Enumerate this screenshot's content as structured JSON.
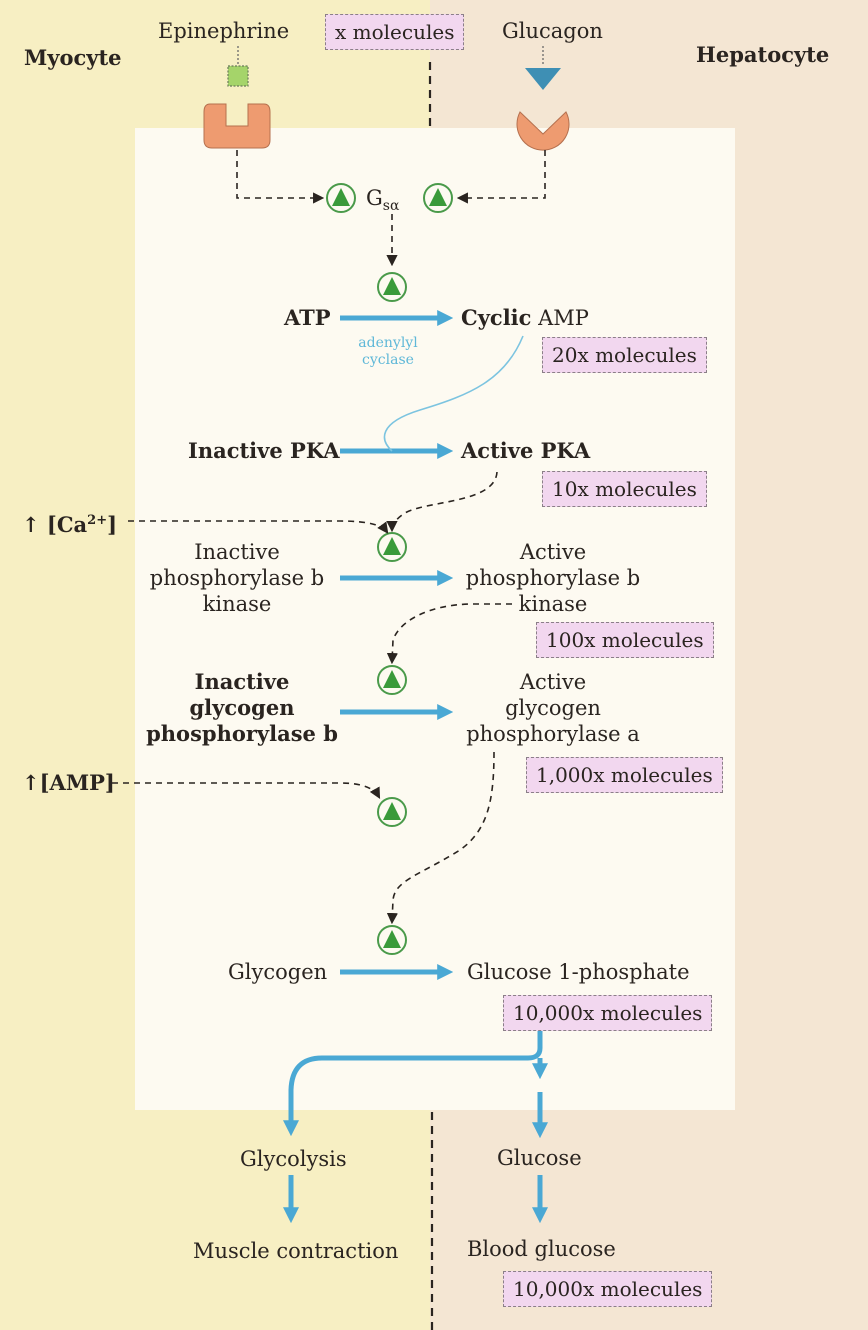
{
  "cells": {
    "left": "Myocyte",
    "right": "Hepatocyte"
  },
  "hormones": {
    "left": "Epinephrine",
    "right": "Glucagon"
  },
  "amplification": {
    "x": "x molecules",
    "camp": "20x molecules",
    "pka": "10x molecules",
    "kinase": "100x molecules",
    "phosphorylase": "1,000x molecules",
    "g1p": "10,000x molecules",
    "blood": "10,000x molecules"
  },
  "gsa": {
    "main": "G",
    "sub": "sα"
  },
  "steps": {
    "atp": "ATP",
    "camp_bold": "Cyclic",
    "camp_rest": " AMP",
    "enzyme_line1": "adenylyl",
    "enzyme_line2": "cyclase",
    "inactive_pka": "Inactive PKA",
    "active_pka": "Active PKA",
    "inactive_kinase": [
      "Inactive",
      "phosphorylase b",
      "kinase"
    ],
    "active_kinase": [
      "Active",
      "phosphorylase b",
      "kinase"
    ],
    "inactive_phos": [
      "Inactive",
      "glycogen",
      "phosphorylase b"
    ],
    "active_phos": [
      "Active",
      "glycogen",
      "phosphorylase a"
    ],
    "glycogen": "Glycogen",
    "g1p": "Glucose 1-phosphate",
    "glycolysis": "Glycolysis",
    "muscle": "Muscle contraction",
    "glucose": "Glucose",
    "blood": "Blood glucose"
  },
  "effectors": {
    "ca_prefix": "↑ [Ca",
    "ca_sup": "2+",
    "ca_suffix": "]",
    "amp": "↑[AMP]"
  },
  "colors": {
    "myocyte_bg": "#f7efc3",
    "hepatocyte_bg": "#f4e6d3",
    "panel": "#fdfaf1",
    "arrow": "#4aa8d4",
    "triangle": "#3a9a3a",
    "receptor": "#ee9b70",
    "box": "#f2d7ef"
  }
}
